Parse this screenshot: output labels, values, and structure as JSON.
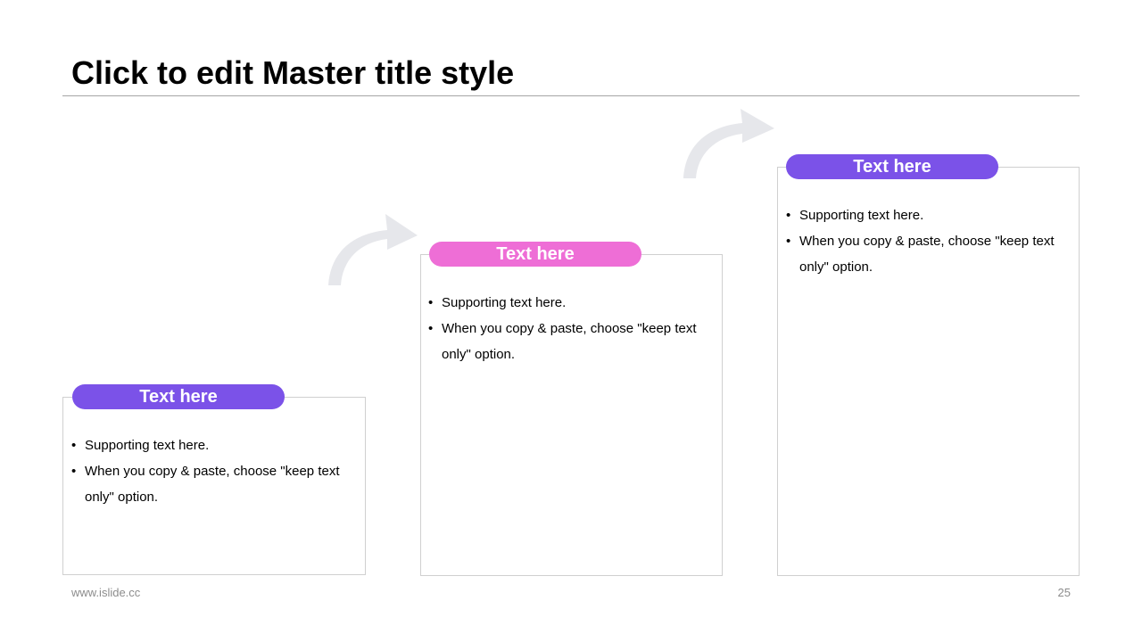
{
  "slide": {
    "title": "Click to edit Master title style",
    "footer_url": "www.islide.cc",
    "page_number": "25"
  },
  "colors": {
    "purple": "#7b52e8",
    "pink": "#ee6ed6",
    "arrow_gray": "#e6e7eb"
  },
  "steps": [
    {
      "label": "Text here",
      "bullets": [
        "Supporting text here.",
        "When you copy & paste, choose \"keep text only\" option."
      ]
    },
    {
      "label": "Text here",
      "bullets": [
        "Supporting text here.",
        "When you copy & paste, choose \"keep text only\" option."
      ]
    },
    {
      "label": "Text here",
      "bullets": [
        "Supporting text here.",
        "When you copy & paste, choose \"keep text only\" option."
      ]
    }
  ]
}
